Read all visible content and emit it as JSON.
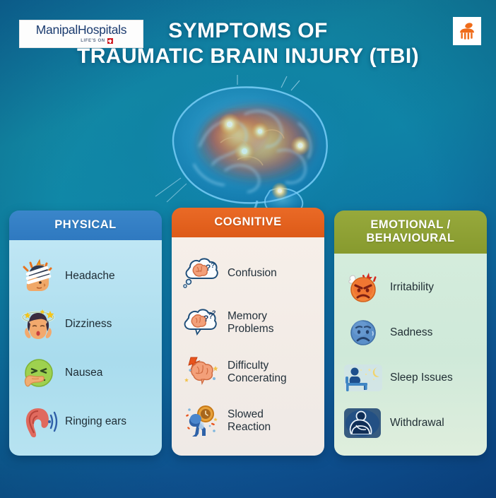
{
  "header": {
    "logo": {
      "name": "ManipalHospitals",
      "tagline": "LIFE'S ON",
      "mark_color": "#d2232a"
    },
    "title_line1": "SYMPTOMS OF",
    "title_line2": "TRAUMATIC BRAIN INJURY (TBI)",
    "brand_badge_icon": "manipal-orange-logo-icon",
    "brand_badge_color": "#ef6c1a"
  },
  "hero": {
    "icon": "glowing-brain-illustration",
    "description": "Translucent blue brain with red and orange glowing activity hotspots"
  },
  "colors": {
    "background_top": "#0f6f9e",
    "background_mid": "#128aa6",
    "background_bottom": "#0d4a90",
    "physical_header": "#2f79c0",
    "physical_body": "#a9dced",
    "cognitive_header": "#dd5a18",
    "cognitive_body": "#f2ebe6",
    "emotional_header": "#879a2e",
    "emotional_body": "#cfe9d9",
    "text_dark": "#1d2b33",
    "text_light": "#ffffff"
  },
  "cards": [
    {
      "id": "physical",
      "title": "PHYSICAL",
      "items": [
        {
          "label": "Headache",
          "icon": "bandaged-head-icon"
        },
        {
          "label": "Dizziness",
          "icon": "dizzy-head-stars-icon"
        },
        {
          "label": "Nausea",
          "icon": "green-nauseated-face-icon"
        },
        {
          "label": "Ringing ears",
          "icon": "ear-sound-waves-icon"
        }
      ]
    },
    {
      "id": "cognitive",
      "title": "COGNITIVE",
      "items": [
        {
          "label": "Confusion",
          "icon": "brain-thought-cloud-question-icon"
        },
        {
          "label": "Memory\nProblems",
          "icon": "brain-thought-cloud-questions-icon"
        },
        {
          "label": "Difficulty\nConcerating",
          "icon": "brain-lightning-icon"
        },
        {
          "label": "Slowed\nReaction",
          "icon": "slow-person-clock-icon"
        }
      ]
    },
    {
      "id": "emotional",
      "title": "EMOTIONAL /\nBEHAVIOURAL",
      "items": [
        {
          "label": "Irritability",
          "icon": "angry-face-icon"
        },
        {
          "label": "Sadness",
          "icon": "sad-face-icon"
        },
        {
          "label": "Sleep Issues",
          "icon": "person-on-bed-moon-icon"
        },
        {
          "label": "Withdrawal",
          "icon": "curled-up-person-icon"
        }
      ]
    }
  ]
}
